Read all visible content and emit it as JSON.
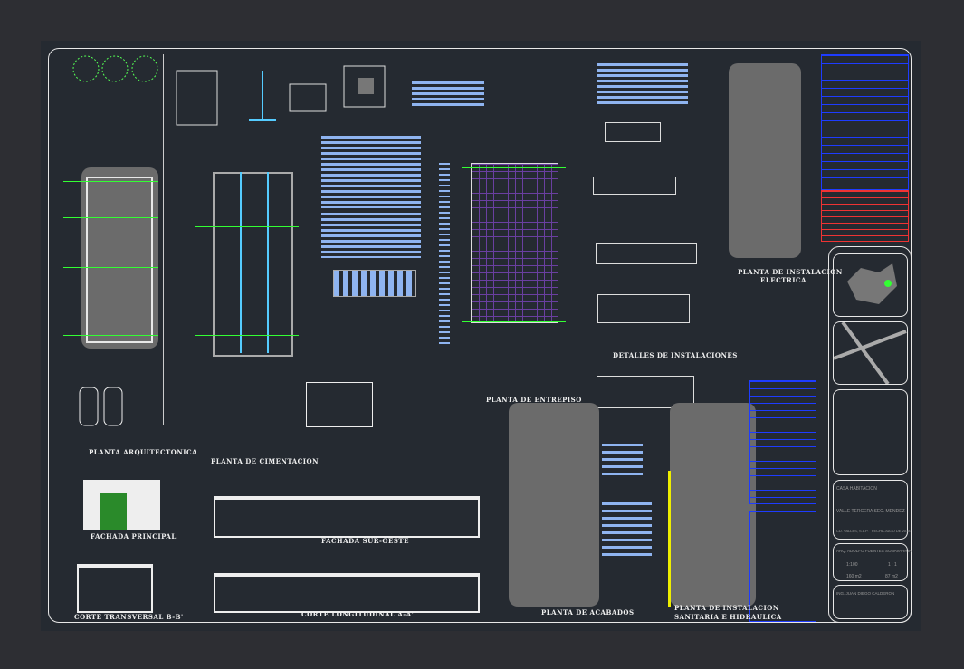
{
  "drawing_titles": {
    "planta_arquitectonica": "PLANTA ARQUITECTONICA",
    "planta_cimentacion": "PLANTA DE CIMENTACION",
    "planta_entrepiso": "PLANTA DE ENTREPISO",
    "detalles_instalaciones": "DETALLES DE INSTALACIONES",
    "planta_electrica_1": "PLANTA DE INSTALACION",
    "planta_electrica_2": "ELECTRICA",
    "planta_acabados": "PLANTA DE ACABADOS",
    "planta_sanitaria_1": "PLANTA DE INSTALACION",
    "planta_sanitaria_2": "SANITARIA E HIDRAULICA",
    "fachada_principal": "FACHADA PRINCIPAL",
    "fachada_sur_oeste": "FACHADA SUR-OESTE",
    "corte_transversal": "CORTE TRANSVERSAL B-B'",
    "corte_longitudinal": "CORTE LONGITUDINAL A-A'"
  },
  "title_block": {
    "project": "CASA HABITACION",
    "address": "VALLE TERCERA SEC. MENDEZ",
    "city": "CD. VALLES, S.L.P.",
    "date": "FECHA JULIO DE 2018",
    "designer": "ARQ. ADOLFO FUENTES SONAVARRIA",
    "scale": "1:100",
    "sheet": "1 : 1",
    "area_lot": "160 m2",
    "area_built": "87 m2",
    "reviewer": "ING. JUAN DIEGO CALDERON"
  },
  "colors": {
    "background": "#252a31",
    "lines": "#e8e8e8",
    "grid": "#33ff33",
    "notes": "#8fb4f0",
    "legend": "#1e3cff"
  }
}
